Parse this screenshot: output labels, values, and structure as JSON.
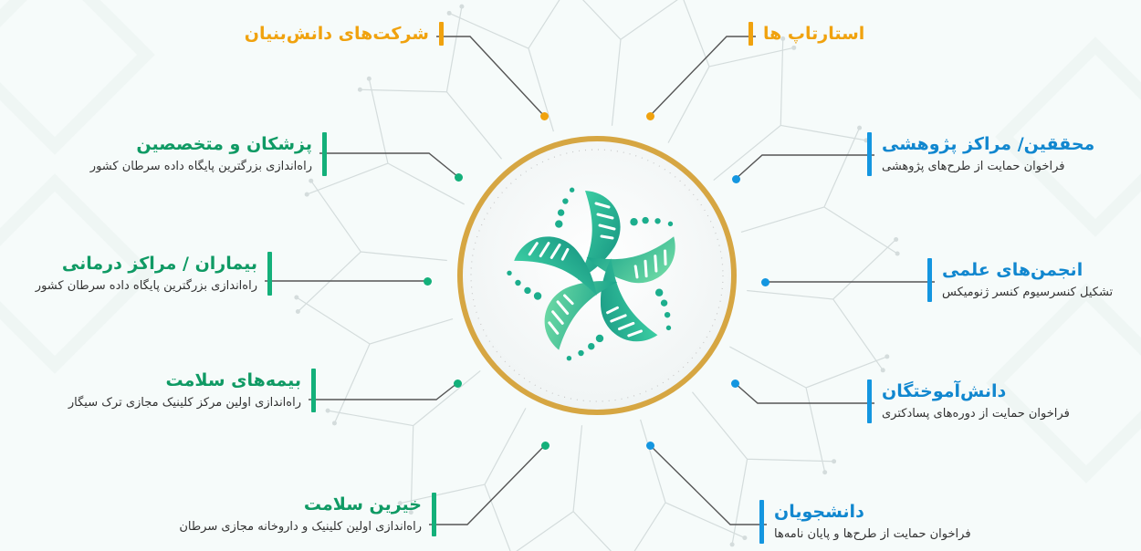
{
  "colors": {
    "green": "#14b07a",
    "blue": "#1496e0",
    "orange": "#f0a20e",
    "gold": "#d6a642",
    "title_green": "#0f9a64",
    "title_blue": "#1187cf"
  },
  "center": {
    "logo_icon": "dna-star-logo"
  },
  "nodes": [
    {
      "key": "knowledge-based-companies",
      "title": "شرکت‌های دانش‌بنیان",
      "desc": "",
      "color": "orange"
    },
    {
      "key": "startups",
      "title": "استارتاپ ها",
      "desc": "",
      "color": "orange"
    },
    {
      "key": "physicians",
      "title": "پزشکان و متخصصین",
      "desc": "راه‌اندازی بزرگترین پایگاه داده سرطان کشور",
      "color": "green"
    },
    {
      "key": "researchers",
      "title": "محققین/ مراکز پژوهشی",
      "desc": "فراخوان حمایت از طرح‌های پژوهشی",
      "color": "blue"
    },
    {
      "key": "patients",
      "title": "بیماران / مراکز درمانی",
      "desc": "راه‌اندازی بزرگترین پایگاه داده سرطان کشور",
      "color": "green"
    },
    {
      "key": "scientific-societies",
      "title": "انجمن‌های علمی",
      "desc": "تشکیل کنسرسیوم کنسر ژنومیکس",
      "color": "blue"
    },
    {
      "key": "health-insurance",
      "title": "بیمه‌های سلامت",
      "desc": "راه‌اندازی اولین مرکز کلینیک مجازی ترک سیگار",
      "color": "green"
    },
    {
      "key": "graduates",
      "title": "دانش‌آموختگان",
      "desc": "فراخوان حمایت از دوره‌های پسادکتری",
      "color": "blue"
    },
    {
      "key": "health-philanthropists",
      "title": "خیرین سلامت",
      "desc": "راه‌اندازی اولین کلینیک و داروخانه مجازی سرطان",
      "color": "green"
    },
    {
      "key": "students",
      "title": "دانشجویان",
      "desc": "فراخوان حمایت از طرح‌ها و پایان نامه‌ها",
      "color": "blue"
    }
  ]
}
